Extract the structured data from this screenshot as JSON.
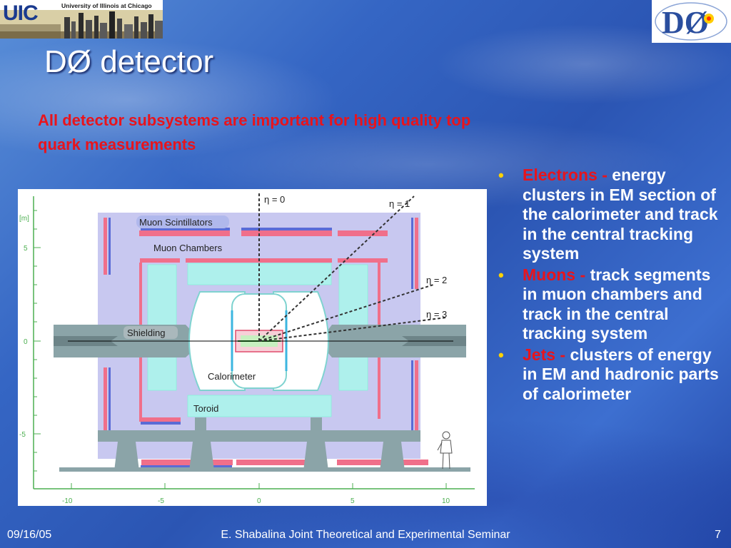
{
  "header": {
    "uic_logo_text": "UIC",
    "uic_university": "University of Illinois at Chicago",
    "d0_logo_text": "DØ"
  },
  "slide": {
    "title": "DØ detector",
    "subtitle": "All detector subsystems are important for high quality top quark measurements"
  },
  "figure": {
    "y_unit": "[m]",
    "y_ticks": [
      "5",
      "0",
      "-5"
    ],
    "x_ticks": [
      "-10",
      "-5",
      "0",
      "5",
      "10"
    ],
    "labels": {
      "muon_scintillators": "Muon Scintillators",
      "muon_chambers": "Muon Chambers",
      "shielding": "Shielding",
      "calorimeter": "Calorimeter",
      "toroid": "Toroid"
    },
    "eta_lines": [
      "η = 0",
      "η = 1",
      "η = 2",
      "η = 3"
    ]
  },
  "bullets": [
    {
      "term": "Electrons",
      "sep": " - ",
      "text": " energy clusters in EM section of the calorimeter and track in the central tracking system"
    },
    {
      "term": "Muons",
      "sep": "  - ",
      "text": "track segments in muon chambers and track in the central tracking system"
    },
    {
      "term": "Jets -",
      "sep": " ",
      "text": " clusters of energy in EM and hadronic parts of calorimeter"
    }
  ],
  "footer": {
    "date": "09/16/05",
    "center": "E. Shabalina Joint Theoretical and Experimental Seminar",
    "page": "7"
  },
  "colors": {
    "subtitle": "#e8141c",
    "bullet_term": "#e8141c",
    "bullet_dot": "#ffd200",
    "title": "#ffffff"
  }
}
